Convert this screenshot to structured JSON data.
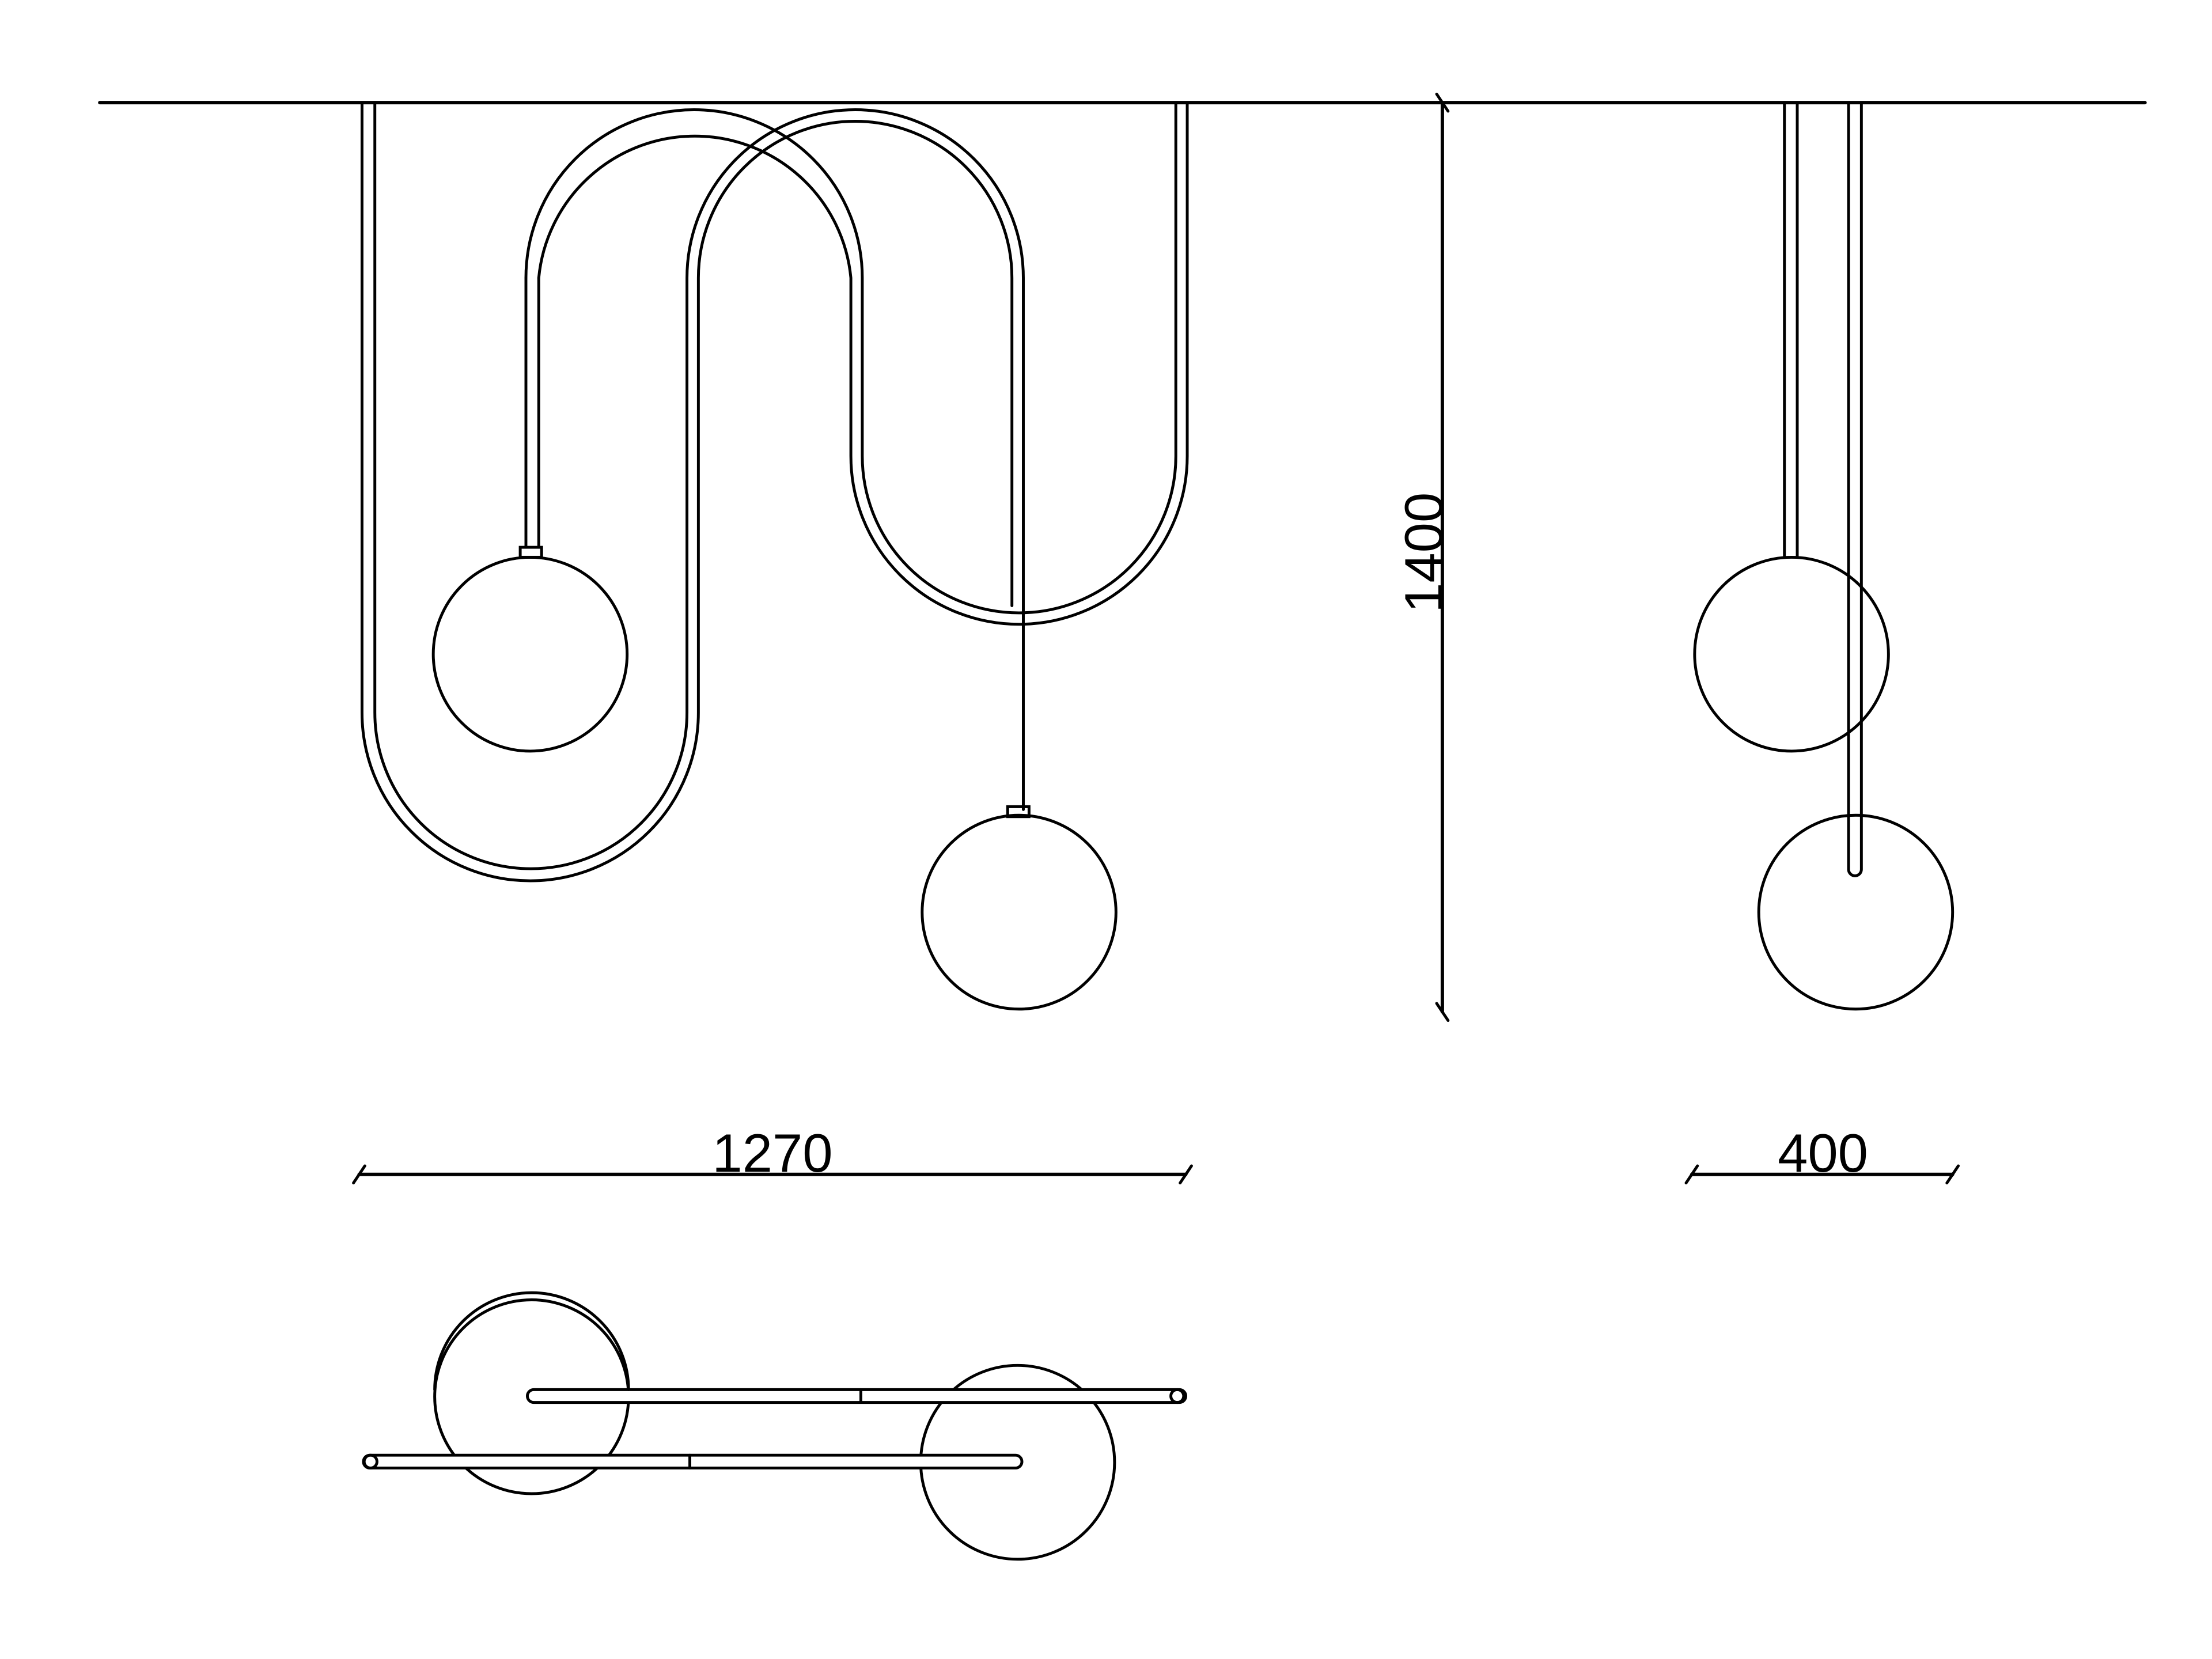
{
  "drawing": {
    "type": "technical-drawing",
    "subject": "pendant lamp with two globe shades on looping tube",
    "views": [
      "front-elevation",
      "side-elevation",
      "plan-view"
    ],
    "line_color": "#000000",
    "background": "#ffffff"
  },
  "dimensions": {
    "height": "1400",
    "width_front": "1270",
    "width_side": "400"
  }
}
